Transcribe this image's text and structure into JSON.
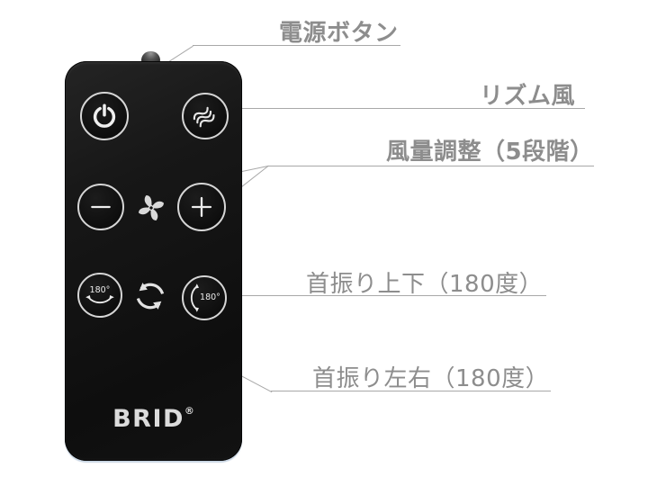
{
  "colors": {
    "background": "#ffffff",
    "remote_body": "#141414",
    "button_ring": "#d6d6d6",
    "icon": "#e9e9e9",
    "label_text": "#8d8d8d",
    "leader_line": "#a8a8a8",
    "logo_text": "#dcdcdc"
  },
  "remote": {
    "logo": "BRID",
    "logo_mark": "®",
    "buttons": {
      "power": {
        "icon": "power-icon"
      },
      "rhythm_wind": {
        "icon": "breeze-waves-icon"
      },
      "fan_speed_minus": {
        "icon": "minus-icon"
      },
      "fan_speed_plus": {
        "icon": "plus-icon"
      },
      "oscillate_left_right": {
        "icon": "arc-arrows-down-icon",
        "text": "180°"
      },
      "oscillate_up_down": {
        "icon": "arc-arrows-left-icon",
        "text": "180°"
      }
    },
    "decor": {
      "fan": "fan-blades-icon",
      "rotate": "rotate-arrows-icon",
      "ir": "ir-led-bump"
    }
  },
  "annotations": [
    {
      "name": "power-button-label",
      "label": "電源ボタン"
    },
    {
      "name": "rhythm-wind-label",
      "label": "リズム風"
    },
    {
      "name": "air-volume-label",
      "label": "風量調整（5段階）"
    },
    {
      "name": "oscillation-up-down-label",
      "label": "首振り上下（180度）"
    },
    {
      "name": "oscillation-left-right-label",
      "label": "首振り左右（180度）"
    }
  ]
}
